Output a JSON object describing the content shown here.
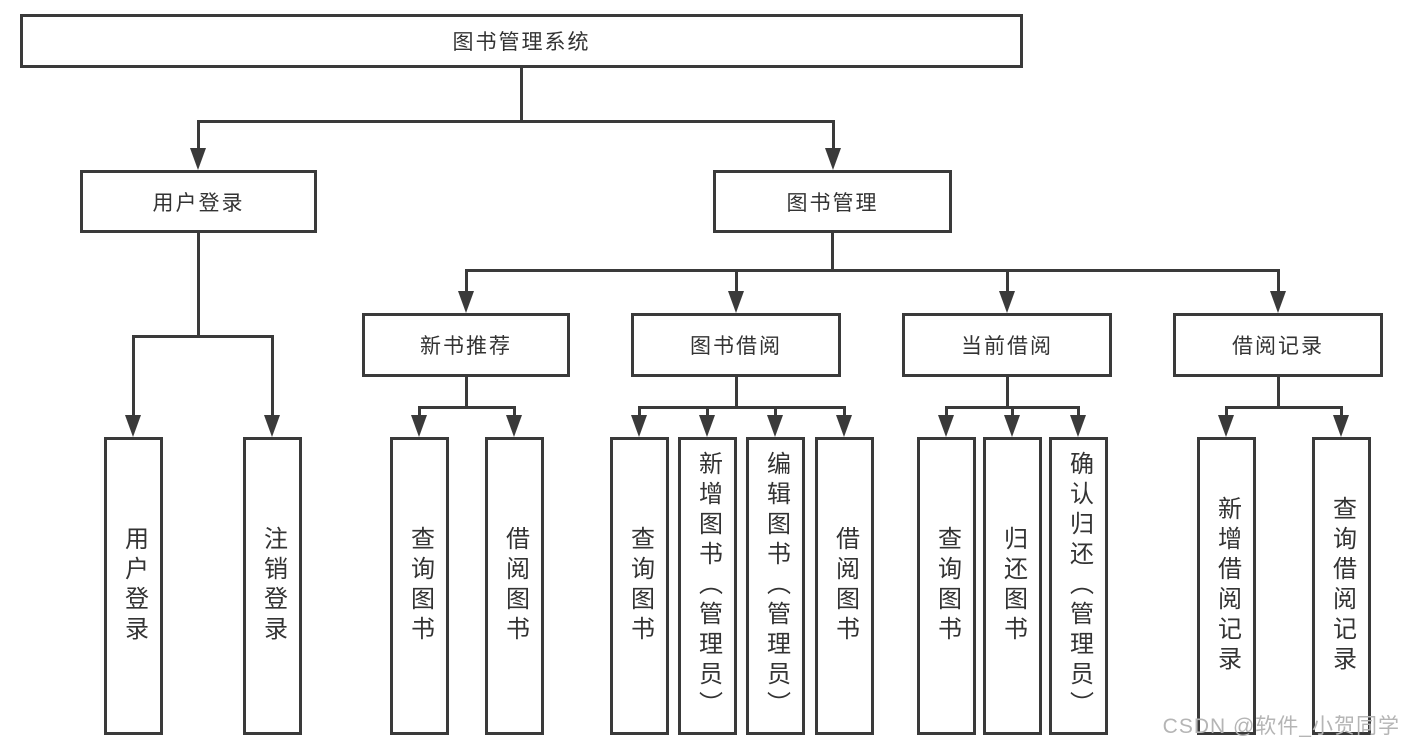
{
  "diagram": {
    "type": "hierarchy-tree",
    "nodes": {
      "root": "图书管理系统",
      "user_login": "用户登录",
      "book_management": "图书管理",
      "new_books": "新书推荐",
      "book_borrowing": "图书借阅",
      "current_borrowing": "当前借阅",
      "borrowing_records": "借阅记录"
    },
    "leaves": {
      "user_login": [
        "用户登录",
        "注销登录"
      ],
      "new_books": [
        "查询图书",
        "借阅图书"
      ],
      "book_borrowing": [
        "查询图书",
        "新增图书（管理员）",
        "编辑图书（管理员）",
        "借阅图书"
      ],
      "current_borrowing": [
        "查询图书",
        "归还图书",
        "确认归还（管理员）"
      ],
      "borrowing_records": [
        "新增借阅记录",
        "查询借阅记录"
      ]
    },
    "edges": [
      [
        "图书管理系统",
        "用户登录"
      ],
      [
        "图书管理系统",
        "图书管理"
      ],
      [
        "用户登录",
        "用户登录(叶)"
      ],
      [
        "用户登录",
        "注销登录"
      ],
      [
        "图书管理",
        "新书推荐"
      ],
      [
        "图书管理",
        "图书借阅"
      ],
      [
        "图书管理",
        "当前借阅"
      ],
      [
        "图书管理",
        "借阅记录"
      ],
      [
        "新书推荐",
        "查询图书"
      ],
      [
        "新书推荐",
        "借阅图书"
      ],
      [
        "图书借阅",
        "查询图书"
      ],
      [
        "图书借阅",
        "新增图书（管理员）"
      ],
      [
        "图书借阅",
        "编辑图书（管理员）"
      ],
      [
        "图书借阅",
        "借阅图书"
      ],
      [
        "当前借阅",
        "查询图书"
      ],
      [
        "当前借阅",
        "归还图书"
      ],
      [
        "当前借阅",
        "确认归还（管理员）"
      ],
      [
        "借阅记录",
        "新增借阅记录"
      ],
      [
        "借阅记录",
        "查询借阅记录"
      ]
    ],
    "colors": {
      "line": "#3a3a3a",
      "box_border": "#3a3a3a",
      "text": "#333333",
      "background": "#ffffff",
      "watermark": "#b5b5b5"
    }
  },
  "watermark": "CSDN @软件_小贺同学"
}
